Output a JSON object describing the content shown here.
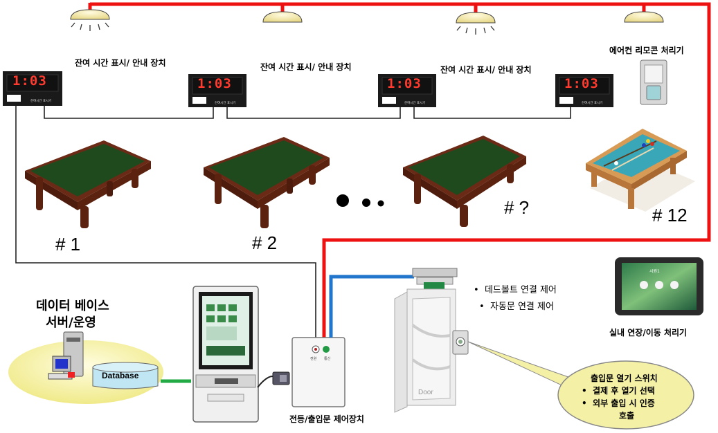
{
  "clocks": [
    {
      "time": "1:03",
      "caption": "잔여시간 표시기"
    },
    {
      "time": "1:03",
      "caption": "잔여시간 표시기"
    },
    {
      "time": "1:03",
      "caption": "잔여시간 표시기"
    },
    {
      "time": "1:03",
      "caption": "잔여시간 표시기"
    }
  ],
  "labels": {
    "display1": "잔여 시간 표시/ 안내 장치",
    "display2": "잔여 시간 표시/ 안내 장치",
    "display3": "잔여 시간 표시/ 안내 장치",
    "aircon": "에어컨 리모콘 처리기",
    "table1": "# 1",
    "table2": "# 2",
    "tableN": "# ?",
    "table12": "# 12",
    "db_title_line1": "데이터 베이스",
    "db_title_line2": "서버/운영",
    "database": "Database",
    "controller": "전등/출입문 제어장치",
    "door": "Door",
    "bullet1": "데드볼트 연결 제어",
    "bullet2": "자동문 연결 제어",
    "indoor": "실내 연장/이동 처리기",
    "bubble_line1": "출입문 열기 스위치",
    "bubble_line2": "결제 후 열기 선택",
    "bubble_line3": "외부 출입 시 인증",
    "bubble_line4": "호출",
    "tablet_title": "시원1"
  },
  "colors": {
    "power_line": "#ee1111",
    "data_line": "#2277cc",
    "db_link": "#22aa44",
    "felt": "#1f4a1e",
    "wood": "#6b2a15",
    "bubble": "#f4f1a6"
  }
}
